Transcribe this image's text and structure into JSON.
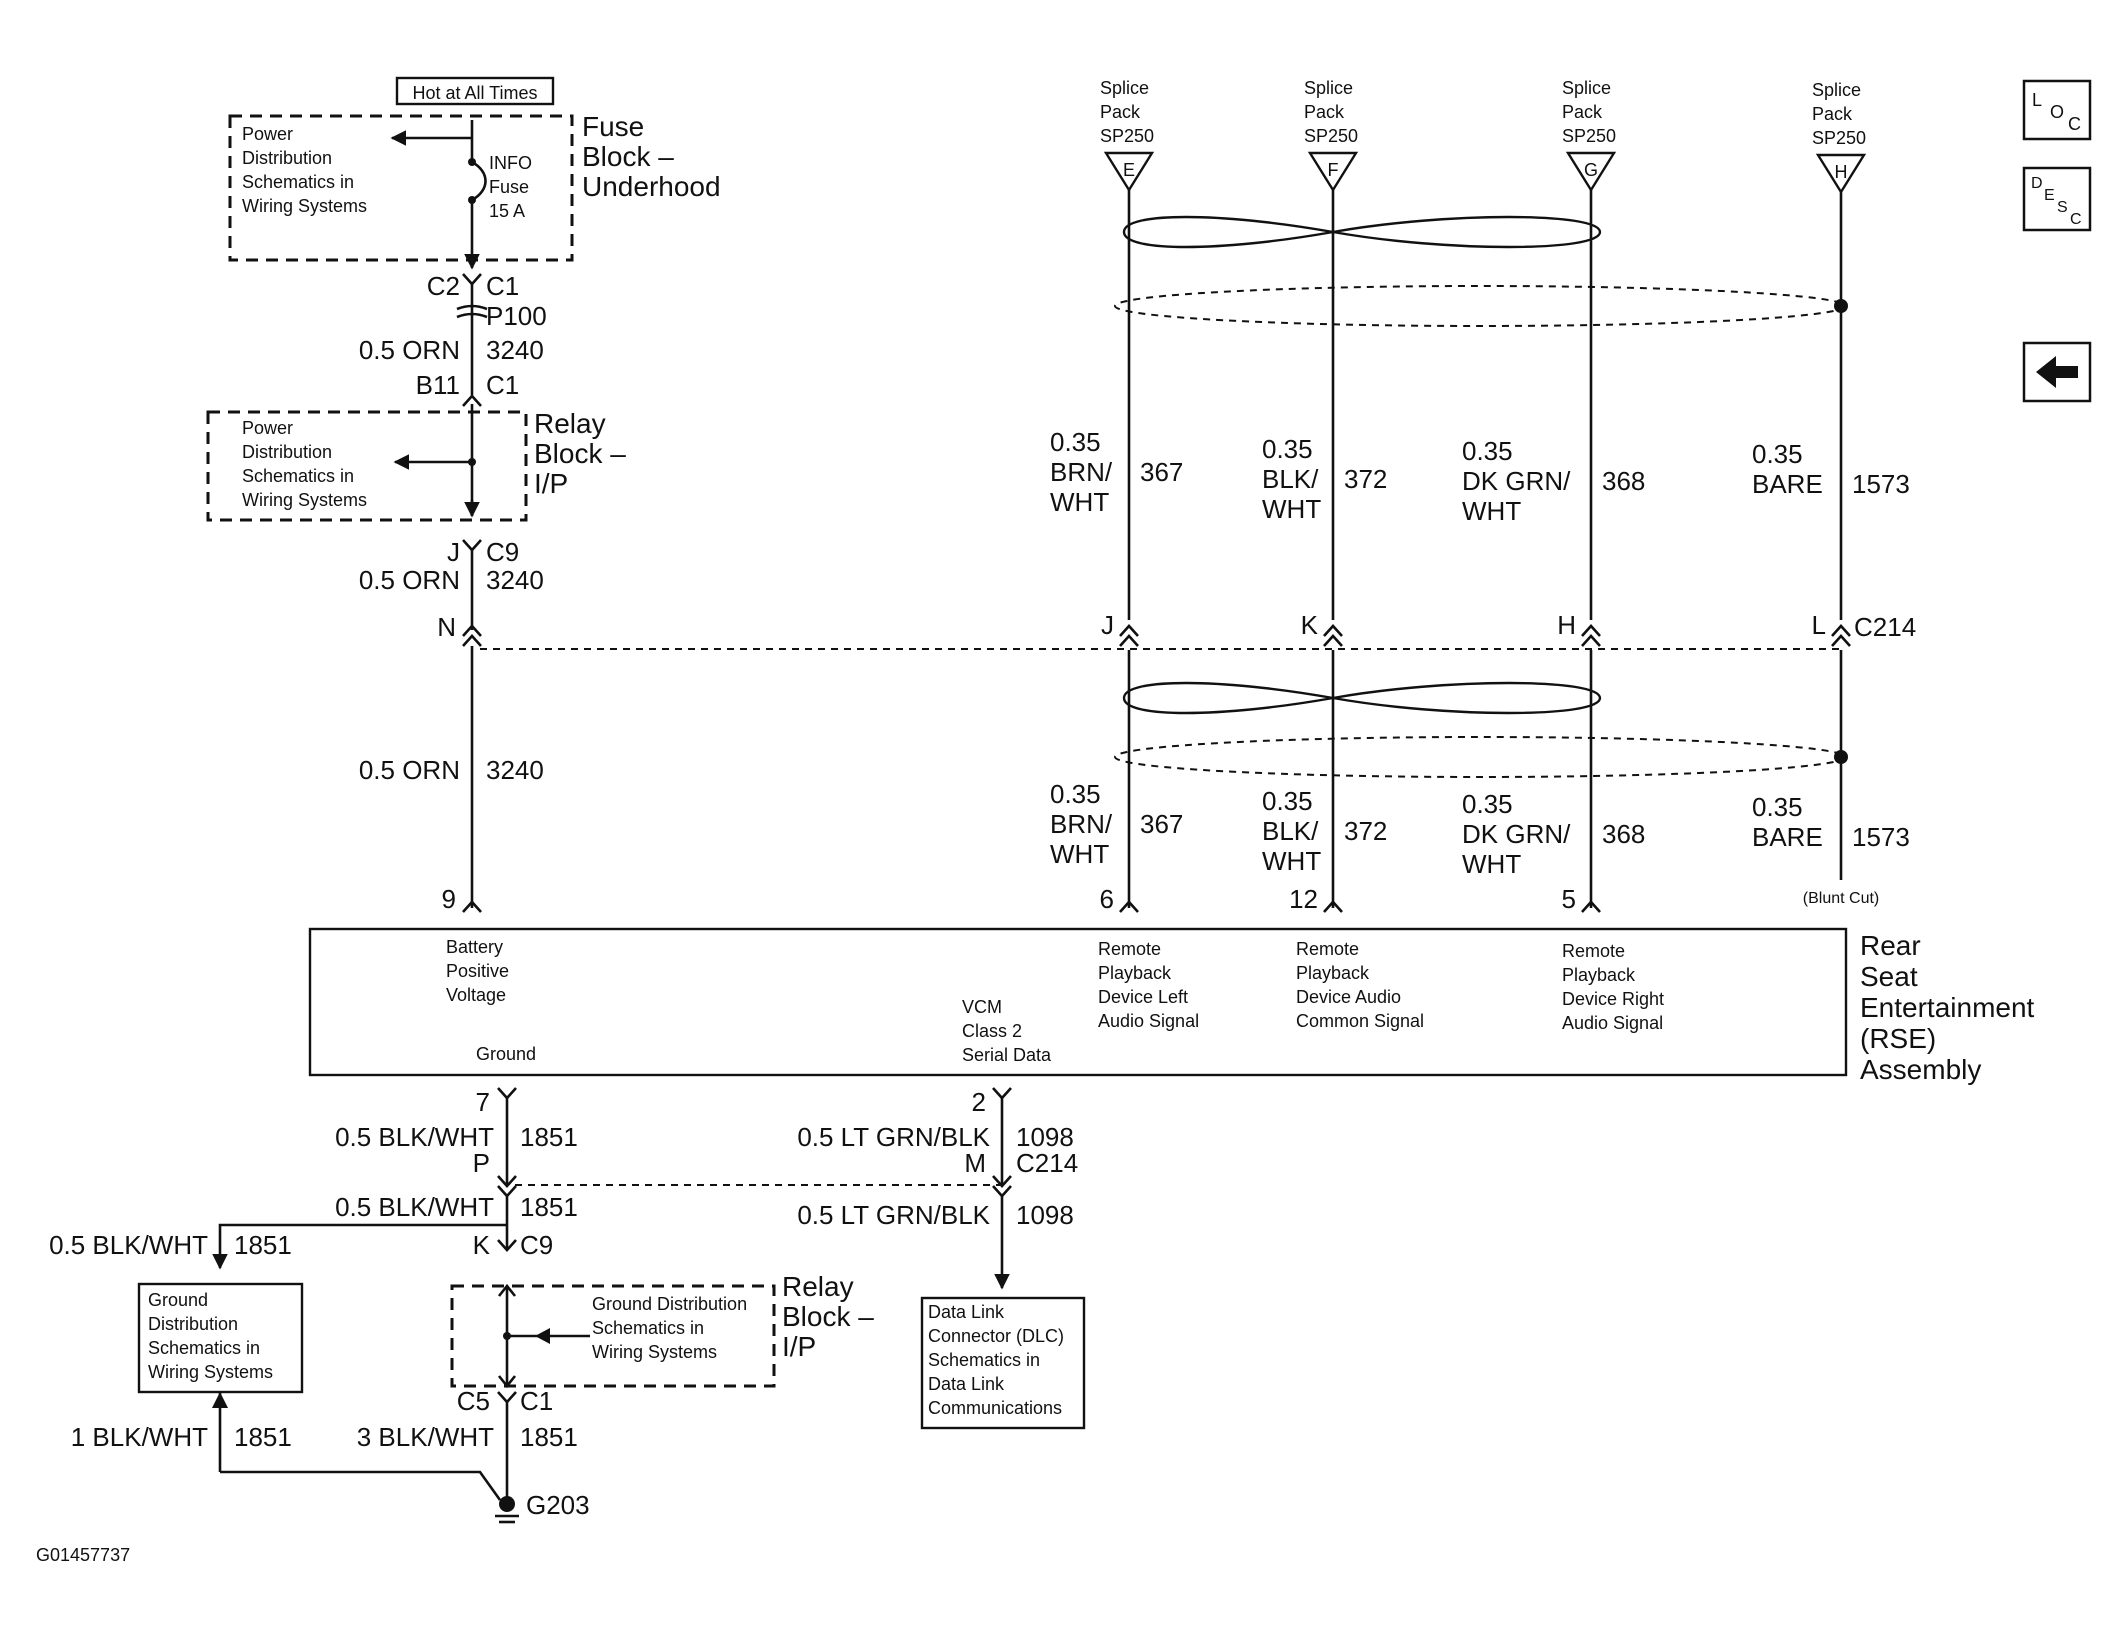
{
  "fuse_block": {
    "hot_label": "Hot at All Times",
    "pd_line1": "Power",
    "pd_line2": "Distribution",
    "pd_line3": "Schematics in",
    "pd_line4": "Wiring Systems",
    "fuse_name": "INFO",
    "fuse_word": "Fuse",
    "fuse_rating": "15 A",
    "title_line1": "Fuse",
    "title_line2": "Block –",
    "title_line3": "Underhood"
  },
  "connectors": {
    "c2": "C2",
    "c1_top": "C1",
    "p100": "P100",
    "b11": "B11",
    "c1_mid": "C1",
    "j_left": "J",
    "c9_top": "C9",
    "n": "N",
    "j": "J",
    "k": "K",
    "h": "H",
    "l": "L",
    "c214_top": "C214",
    "pin9": "9",
    "pin6": "6",
    "pin12": "12",
    "pin5": "5",
    "blunt_cut": "(Blunt Cut)",
    "pin7": "7",
    "pin2": "2",
    "p": "P",
    "m": "M",
    "c214_bottom": "C214",
    "k_bottom": "K",
    "c9_bottom": "C9",
    "c5": "C5",
    "c1_bottom": "C1",
    "g203": "G203"
  },
  "wires": {
    "orn_size_1": "0.5 ORN",
    "orn_circ_1": "3240",
    "orn_size_2": "0.5 ORN",
    "orn_circ_2": "3240",
    "orn_size_3": "0.5 ORN",
    "orn_circ_3": "3240",
    "blk_size_1": "0.5 BLK/WHT",
    "blk_circ_1": "1851",
    "blk_size_2": "0.5 BLK/WHT",
    "blk_circ_2": "1851",
    "blk_size_3": "0.5 BLK/WHT",
    "blk_circ_3": "1851",
    "blk_size_4": "1 BLK/WHT",
    "blk_circ_4": "1851",
    "blk_size_5": "3 BLK/WHT",
    "blk_circ_5": "1851",
    "grn_size_1": "0.5 LT GRN/BLK",
    "grn_circ_1": "1098",
    "grn_size_2": "0.5 LT GRN/BLK",
    "grn_circ_2": "1098"
  },
  "relay_block_top": {
    "pd_line1": "Power",
    "pd_line2": "Distribution",
    "pd_line3": "Schematics in",
    "pd_line4": "Wiring Systems",
    "title_line1": "Relay",
    "title_line2": "Block –",
    "title_line3": "I/P"
  },
  "splice_packs": [
    {
      "line1": "Splice",
      "line2": "Pack",
      "line3": "SP250",
      "letter": "E"
    },
    {
      "line1": "Splice",
      "line2": "Pack",
      "line3": "SP250",
      "letter": "F"
    },
    {
      "line1": "Splice",
      "line2": "Pack",
      "line3": "SP250",
      "letter": "G"
    },
    {
      "line1": "Splice",
      "line2": "Pack",
      "line3": "SP250",
      "letter": "H"
    }
  ],
  "signal_wires_upper": [
    {
      "size": "0.35",
      "color1": "BRN/",
      "color2": "WHT",
      "circuit": "367"
    },
    {
      "size": "0.35",
      "color1": "BLK/",
      "color2": "WHT",
      "circuit": "372"
    },
    {
      "size": "0.35",
      "color1": "DK GRN/",
      "color2": "WHT",
      "circuit": "368"
    },
    {
      "size": "0.35",
      "color1": "BARE",
      "color2": "",
      "circuit": "1573"
    }
  ],
  "signal_wires_lower": [
    {
      "size": "0.35",
      "color1": "BRN/",
      "color2": "WHT",
      "circuit": "367"
    },
    {
      "size": "0.35",
      "color1": "BLK/",
      "color2": "WHT",
      "circuit": "372"
    },
    {
      "size": "0.35",
      "color1": "DK GRN/",
      "color2": "WHT",
      "circuit": "368"
    },
    {
      "size": "0.35",
      "color1": "BARE",
      "color2": "",
      "circuit": "1573"
    }
  ],
  "rse": {
    "batt_line1": "Battery",
    "batt_line2": "Positive",
    "batt_line3": "Voltage",
    "ground": "Ground",
    "vcm_line1": "VCM",
    "vcm_line2": "Class 2",
    "vcm_line3": "Serial Data",
    "left_line1": "Remote",
    "left_line2": "Playback",
    "left_line3": "Device Left",
    "left_line4": "Audio Signal",
    "common_line1": "Remote",
    "common_line2": "Playback",
    "common_line3": "Device Audio",
    "common_line4": "Common Signal",
    "right_line1": "Remote",
    "right_line2": "Playback",
    "right_line3": "Device Right",
    "right_line4": "Audio Signal",
    "title_line1": "Rear",
    "title_line2": "Seat",
    "title_line3": "Entertainment",
    "title_line4": "(RSE)",
    "title_line5": "Assembly"
  },
  "ground_dist": {
    "line1": "Ground",
    "line2": "Distribution",
    "line3": "Schematics in",
    "line4": "Wiring Systems"
  },
  "relay_block_bottom": {
    "gd_line1": "Ground Distribution",
    "gd_line2": "Schematics in",
    "gd_line3": "Wiring Systems",
    "title_line1": "Relay",
    "title_line2": "Block –",
    "title_line3": "I/P"
  },
  "dlc": {
    "line1": "Data Link",
    "line2": "Connector (DLC)",
    "line3": "Schematics in",
    "line4": "Data Link",
    "line5": "Communications"
  },
  "nav_icons": {
    "loc_l": "L",
    "loc_o": "O",
    "loc_c": "C",
    "desc_d": "D",
    "desc_e": "E",
    "desc_s": "S",
    "desc_c": "C"
  },
  "figure_id": "G01457737"
}
